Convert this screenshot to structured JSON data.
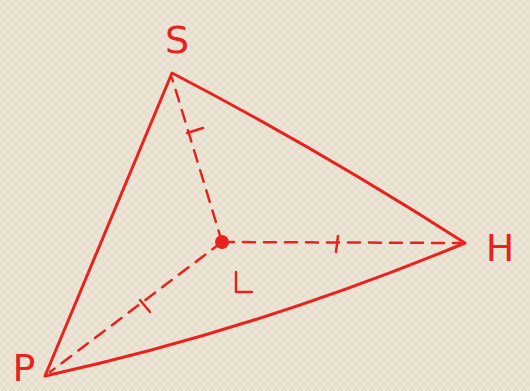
{
  "diagram": {
    "labels": [
      "S",
      "H",
      "P"
    ]
  }
}
